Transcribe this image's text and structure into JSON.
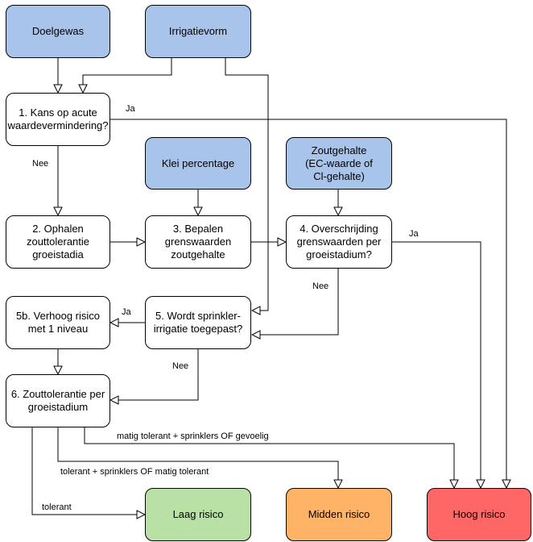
{
  "nodes": {
    "doelgewas": "Doelgewas",
    "irrigatievorm": "Irrigatievorm",
    "kans": "1. Kans op acute\nwaardevermindering?",
    "klei": "Klei percentage",
    "zoutgehalte": "Zoutgehalte\n(EC-waarde of\nCl-gehalte)",
    "ophalen": "2. Ophalen\nzouttolerantie\ngroeistadia",
    "bepalen": "3. Bepalen\ngrenswaarden\nzoutgehalte",
    "overschrijding": "4. Overschrijding\ngrenswaarden per\ngroeistadium?",
    "verhoog": "5b. Verhoog risico\nmet 1 niveau",
    "sprinkler": "5. Wordt sprinkler-\nirrigatie toegepast?",
    "zouttolerantie": "6. Zouttolerantie per\ngroeistadium",
    "laag": "Laag risico",
    "midden": "Midden risico",
    "hoog": "Hoog risico"
  },
  "edge_labels": {
    "ja_kans": "Ja",
    "nee_kans": "Nee",
    "ja_overschrijding": "Ja",
    "nee_overschrijding": "Nee",
    "ja_sprinkler": "Ja",
    "nee_sprinkler": "Nee",
    "matig_tolerant": "matig tolerant + sprinklers OF gevoelig",
    "tolerant_sprinklers": "tolerant + sprinklers OF matig tolerant",
    "tolerant": "tolerant"
  },
  "colors": {
    "input": "#a9c4eb",
    "process": "#ffffff",
    "laag": "#b9e0a5",
    "midden": "#ffb366",
    "hoog": "#ff6666"
  }
}
